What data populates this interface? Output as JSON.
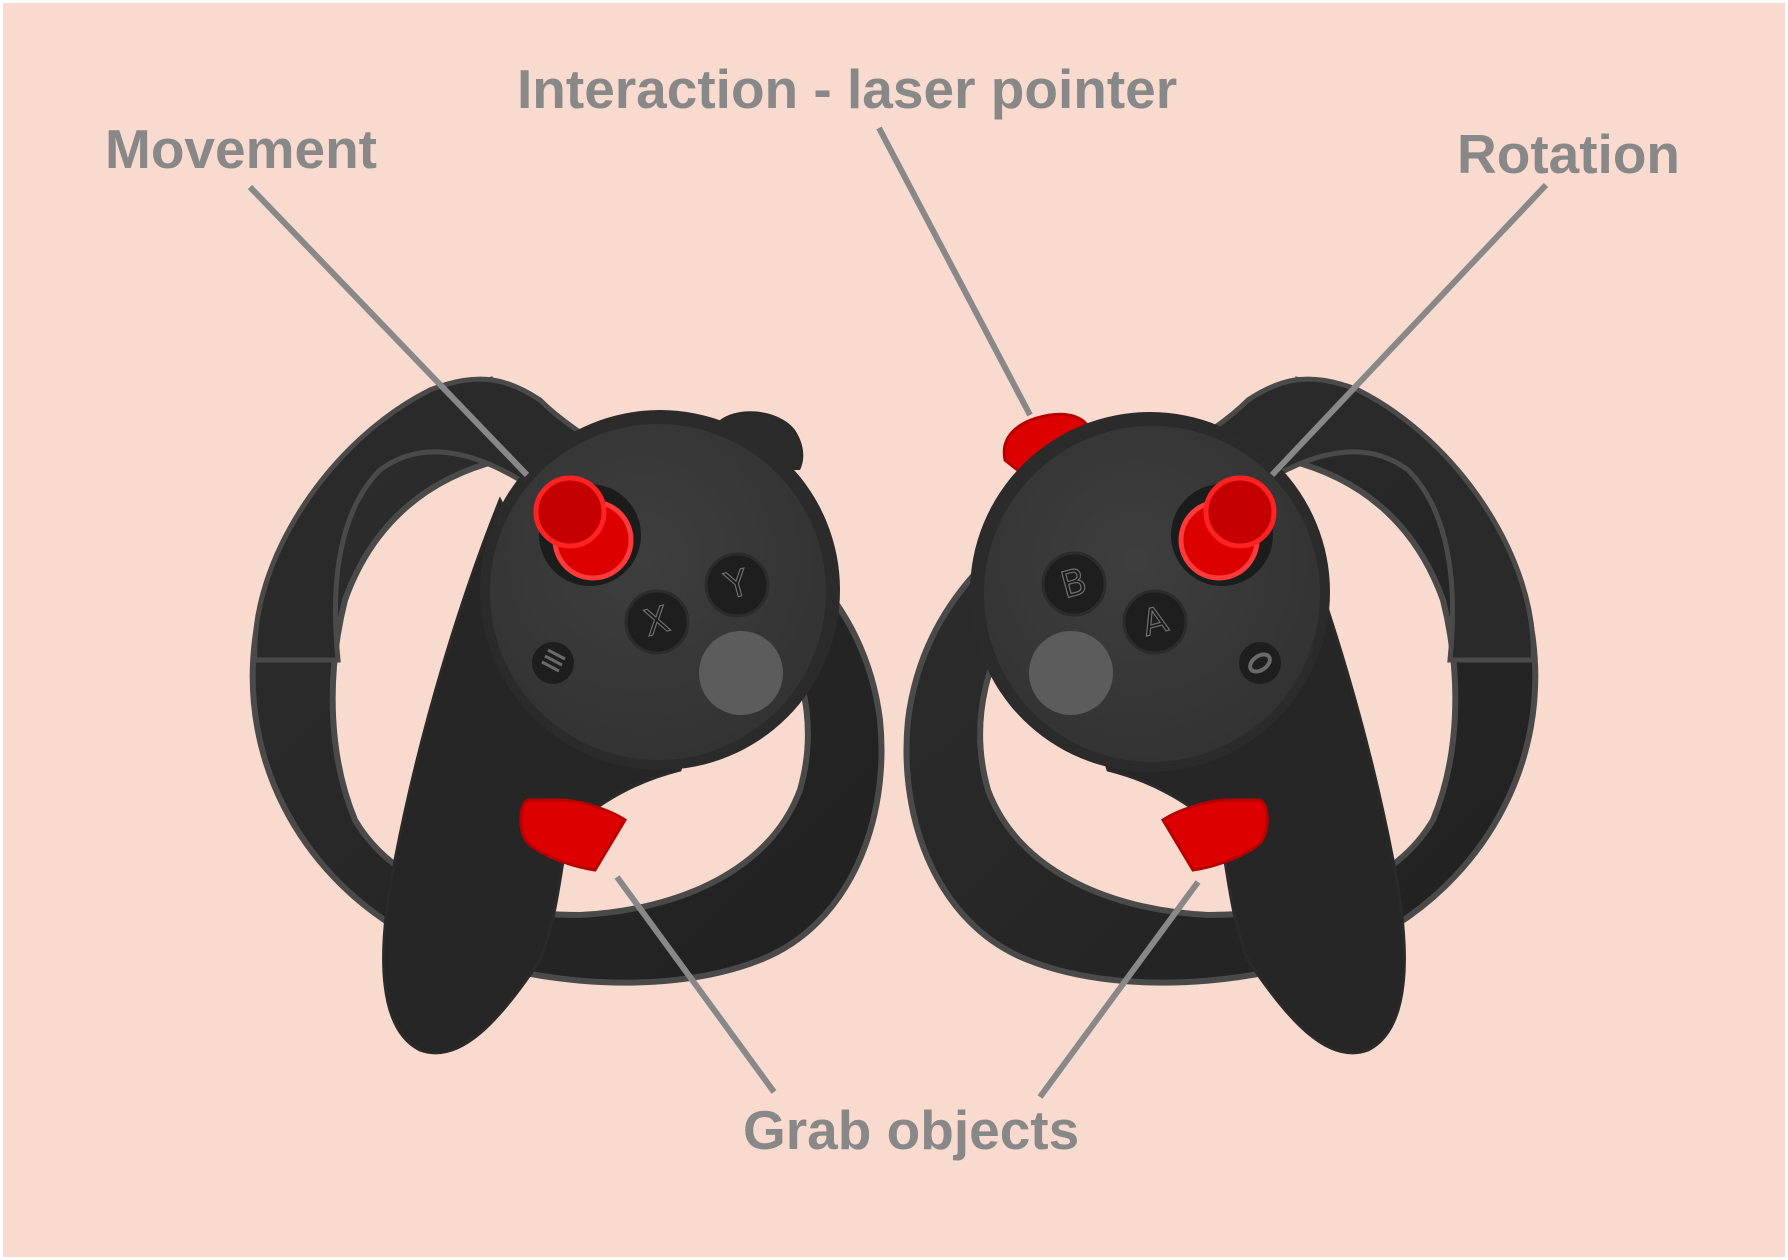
{
  "labels": {
    "movement": "Movement",
    "interaction": "Interaction - laser pointer",
    "rotation": "Rotation",
    "grab": "Grab objects"
  },
  "buttons": {
    "left_x": "X",
    "left_y": "Y",
    "right_b": "B",
    "right_a": "A"
  },
  "colors": {
    "background": "#f8dace",
    "controller": "#2b2b2b",
    "face": "#393939",
    "highlight": "#dd0000",
    "label_text": "#888888"
  }
}
